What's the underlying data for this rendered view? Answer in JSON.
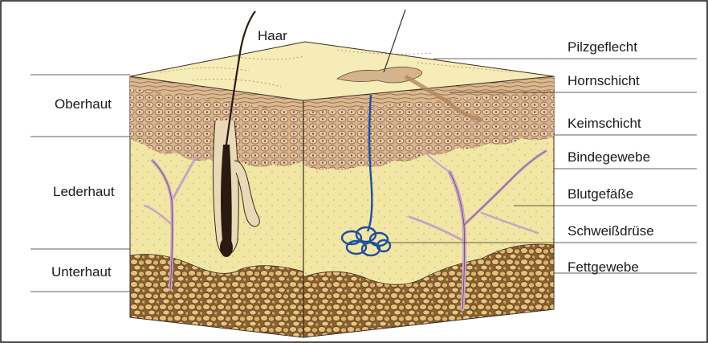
{
  "figure": {
    "left_labels": [
      {
        "id": "oberhaut",
        "text": "Oberhaut"
      },
      {
        "id": "lederhaut",
        "text": "Lederhaut"
      },
      {
        "id": "unterhaut",
        "text": "Unterhaut"
      }
    ],
    "right_labels": [
      {
        "id": "pilzgeflecht",
        "text": "Pilzgeflecht"
      },
      {
        "id": "hornschicht",
        "text": "Hornschicht"
      },
      {
        "id": "keimschicht",
        "text": "Keimschicht"
      },
      {
        "id": "bindegewebe",
        "text": "Bindegewebe"
      },
      {
        "id": "blutgefaesse",
        "text": "Blutgefäße"
      },
      {
        "id": "schweissdruese",
        "text": "Schweißdrüse"
      },
      {
        "id": "fettgewebe",
        "text": "Fettgewebe"
      }
    ],
    "top_label": {
      "id": "haar",
      "text": "Haar"
    },
    "colors": {
      "dermis": "#f2e6a4",
      "top_surface": "#f5ecb8",
      "stratum": "#c8a27a",
      "fat": "#d6b06a",
      "vessel": "#c9a3c6",
      "gland": "#1f4e9c",
      "line": "#3a2a20"
    }
  }
}
